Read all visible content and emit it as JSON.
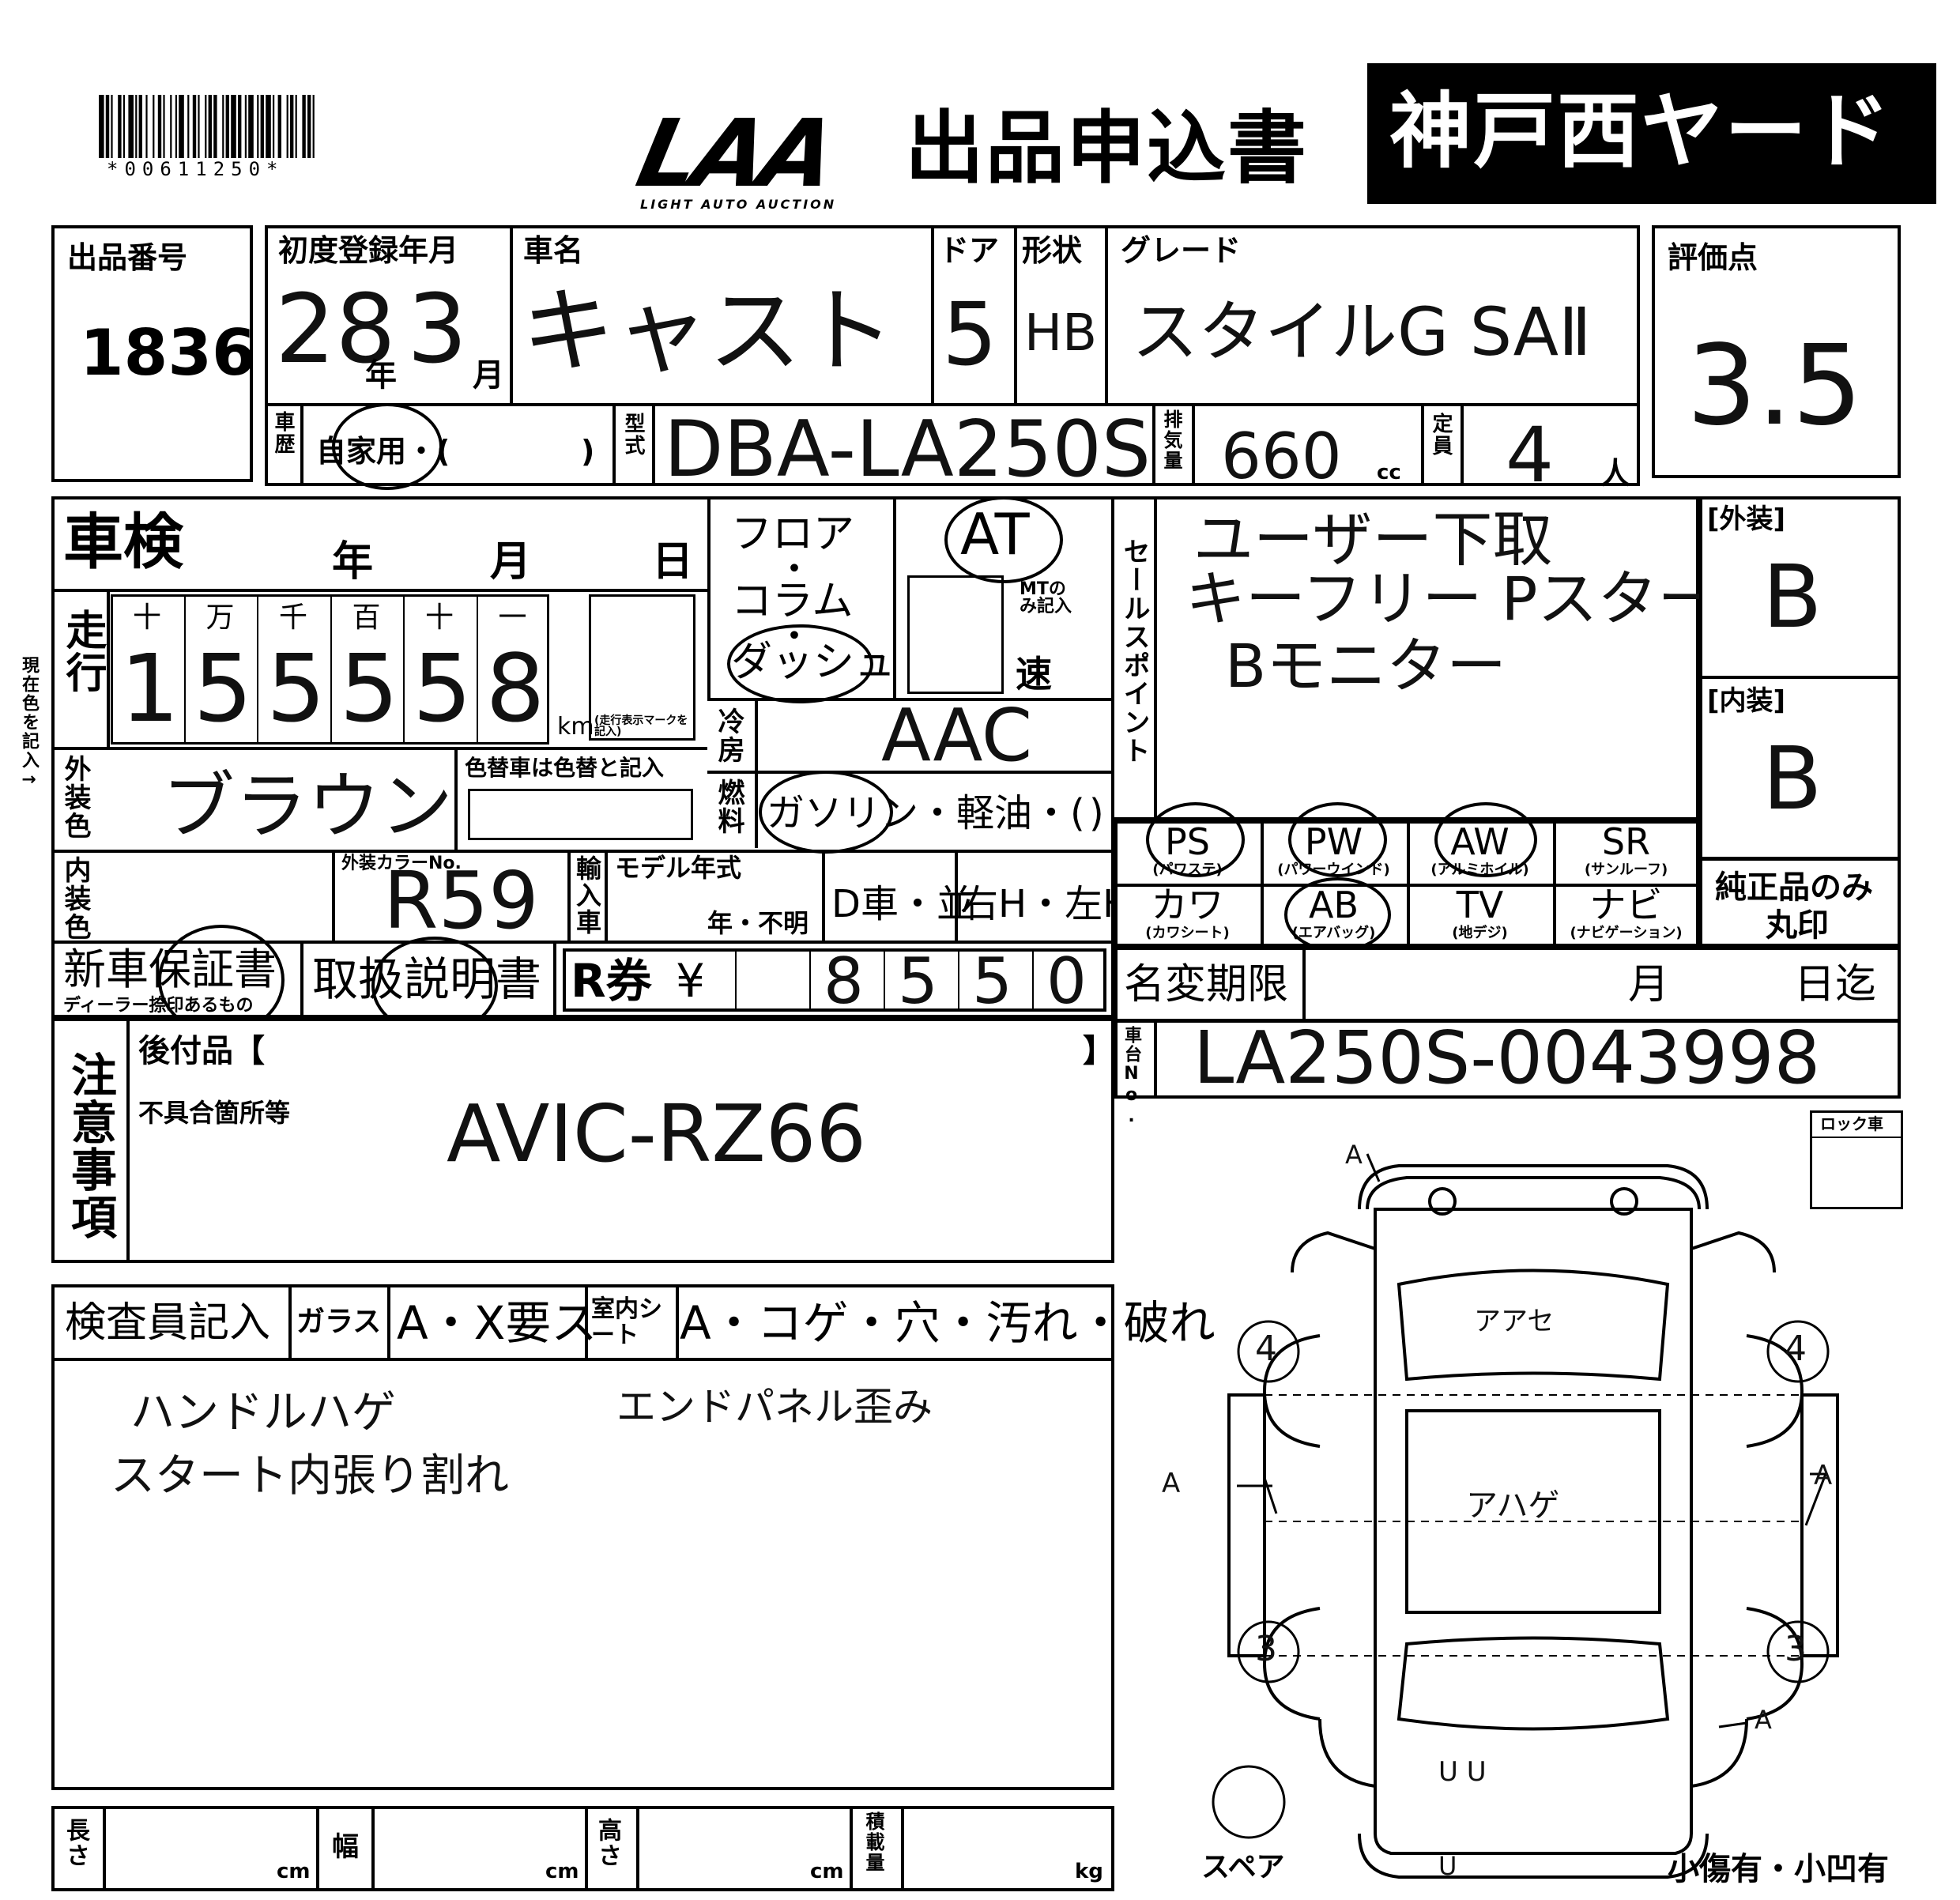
{
  "header": {
    "barcode_number": "*00611250*",
    "logo_text": "LAA",
    "logo_sub": "LIGHT AUTO AUCTION",
    "form_title": "出品申込書",
    "yard_name": "神戸西ヤード"
  },
  "lot": {
    "label": "出品番号",
    "value": "1836"
  },
  "first_reg": {
    "label": "初度登録年月",
    "year": "28",
    "year_unit": "年",
    "month": "3",
    "month_unit": "月"
  },
  "car_name": {
    "label": "車名",
    "value": "キャスト"
  },
  "door": {
    "label": "ドア",
    "value": "5"
  },
  "shape": {
    "label": "形状",
    "value": "HB"
  },
  "grade": {
    "label": "グレード",
    "value": "スタイルG SAⅡ"
  },
  "score": {
    "label": "評価点",
    "value": "3.5"
  },
  "history": {
    "label": "車歴",
    "value": "自家用・(",
    "close": ")"
  },
  "model_code": {
    "label": "型式",
    "value": "DBA-LA250S"
  },
  "displacement": {
    "label": "排気量",
    "value": "660",
    "unit": "cc"
  },
  "capacity": {
    "label": "定員",
    "value": "4",
    "unit": "人"
  },
  "shaken": {
    "label": "車検",
    "year": "年",
    "month": "月",
    "day": "日"
  },
  "shift": {
    "floor": "フロア",
    "column": "コラム",
    "dash": "ダッシュ",
    "dot": "・",
    "at": "AT",
    "mt_note": "MTのみ記入",
    "speed": "速"
  },
  "sales_point": {
    "label": "セールスポイント",
    "lines": [
      "ユーザー下取",
      "キーフリー Pスタート",
      "Bモニター"
    ]
  },
  "exterior_score": {
    "label": "[外装]",
    "value": "B"
  },
  "interior_score": {
    "label": "[内装]",
    "value": "B"
  },
  "mileage": {
    "label": "走行",
    "units": [
      "十",
      "万",
      "千",
      "百",
      "十",
      "一"
    ],
    "digits": [
      "1",
      "5",
      "5",
      "5",
      "5",
      "8"
    ],
    "km": "km",
    "km_note": "(走行表示マークを記入)"
  },
  "side_note": "現在色を記入→",
  "ac": {
    "label": "冷房",
    "value": "AAC"
  },
  "fuel": {
    "label": "燃料",
    "options": "ガソリン・軽油・(",
    "close": ")"
  },
  "exterior_color": {
    "label": "外装色",
    "value": "ブラウン",
    "repaint_label": "色替車は色替と記入"
  },
  "interior_color": {
    "label": "内装色",
    "color_no_label": "外装カラーNo.",
    "color_no": "R59"
  },
  "import": {
    "label": "輸入車"
  },
  "model_year": {
    "label": "モデル年式",
    "options": "年・不明"
  },
  "d_car": "D車・並",
  "handle": "右H・左H",
  "equipment": {
    "row1": [
      {
        "code": "PS",
        "sub": "(パワステ)"
      },
      {
        "code": "PW",
        "sub": "(パワーウインド)"
      },
      {
        "code": "AW",
        "sub": "(アルミホイル)"
      },
      {
        "code": "SR",
        "sub": "(サンルーフ)"
      }
    ],
    "row2": [
      {
        "code": "カワ",
        "sub": "(カワシート)"
      },
      {
        "code": "AB",
        "sub": "(エアバッグ)"
      },
      {
        "code": "TV",
        "sub": "(地デジ)"
      },
      {
        "code": "ナビ",
        "sub": "(ナビゲーション)"
      }
    ]
  },
  "genuine_only": {
    "line1": "純正品のみ",
    "line2": "丸印"
  },
  "docs": {
    "warranty": "新車保証書",
    "warranty_sub": "ディーラー捺印あるもの",
    "manual": "取扱説明書"
  },
  "recycle": {
    "label": "R券",
    "yen": "¥",
    "digits": [
      "",
      "8",
      "5",
      "5",
      "0"
    ]
  },
  "name_change": {
    "label": "名変期限",
    "month": "月",
    "day": "日迄"
  },
  "chassis": {
    "label": "車台No.",
    "value": "LA250S-0043998"
  },
  "notes": {
    "label": "注意事項",
    "aftermarket_label": "後付品【",
    "aftermarket_close": "】",
    "defect_label": "不具合箇所等",
    "value": "AVIC-RZ66"
  },
  "lock_label": "ロック車",
  "inspector": {
    "label": "検査員記入",
    "glass_label": "ガラス",
    "glass_options": "A・X要ス",
    "interior_label": "室内シート",
    "interior_options": "A・コゲ・穴・汚れ・破れ",
    "notes": [
      "ハンドルハゲ",
      "スタート内張り割れ",
      "エンドパネル歪み"
    ]
  },
  "diagram": {
    "labels": {
      "a_top_left": "A",
      "front_label": "アアセ",
      "wheel_fl": "4",
      "wheel_fr": "4",
      "a_left": "A",
      "a_right": "A",
      "center_label": "アハゲ",
      "wheel_rl": "3",
      "wheel_rr": "3",
      "a_rear_right": "A",
      "rear_label": "U U",
      "bottom_u": "U"
    },
    "spare": "スペア",
    "footer": "小傷有・小凹有"
  },
  "dimensions": {
    "length": "長さ",
    "width": "幅",
    "height": "高さ",
    "load": "積載量",
    "cm": "cm",
    "kg": "kg"
  }
}
